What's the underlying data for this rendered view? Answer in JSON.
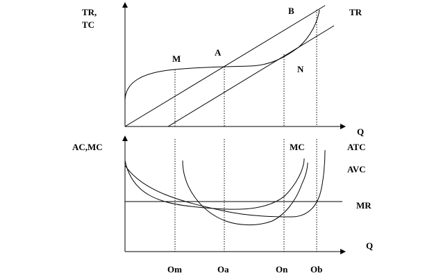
{
  "top_panel": {
    "y_axis_label_line1": "TR,",
    "y_axis_label_line2": "TC",
    "x_axis_label": "Q",
    "tr_label": "TR",
    "point_labels": {
      "m": "M",
      "a": "A",
      "b": "B",
      "n": "N"
    }
  },
  "bottom_panel": {
    "y_axis_label": "AC,MC",
    "x_axis_label": "Q",
    "curve_labels": {
      "mc": "MC",
      "atc": "ATC",
      "avc": "AVC",
      "mr": "MR"
    },
    "output_levels": {
      "om": "Om",
      "oa": "Oa",
      "on": "On",
      "ob": "Ob"
    }
  }
}
